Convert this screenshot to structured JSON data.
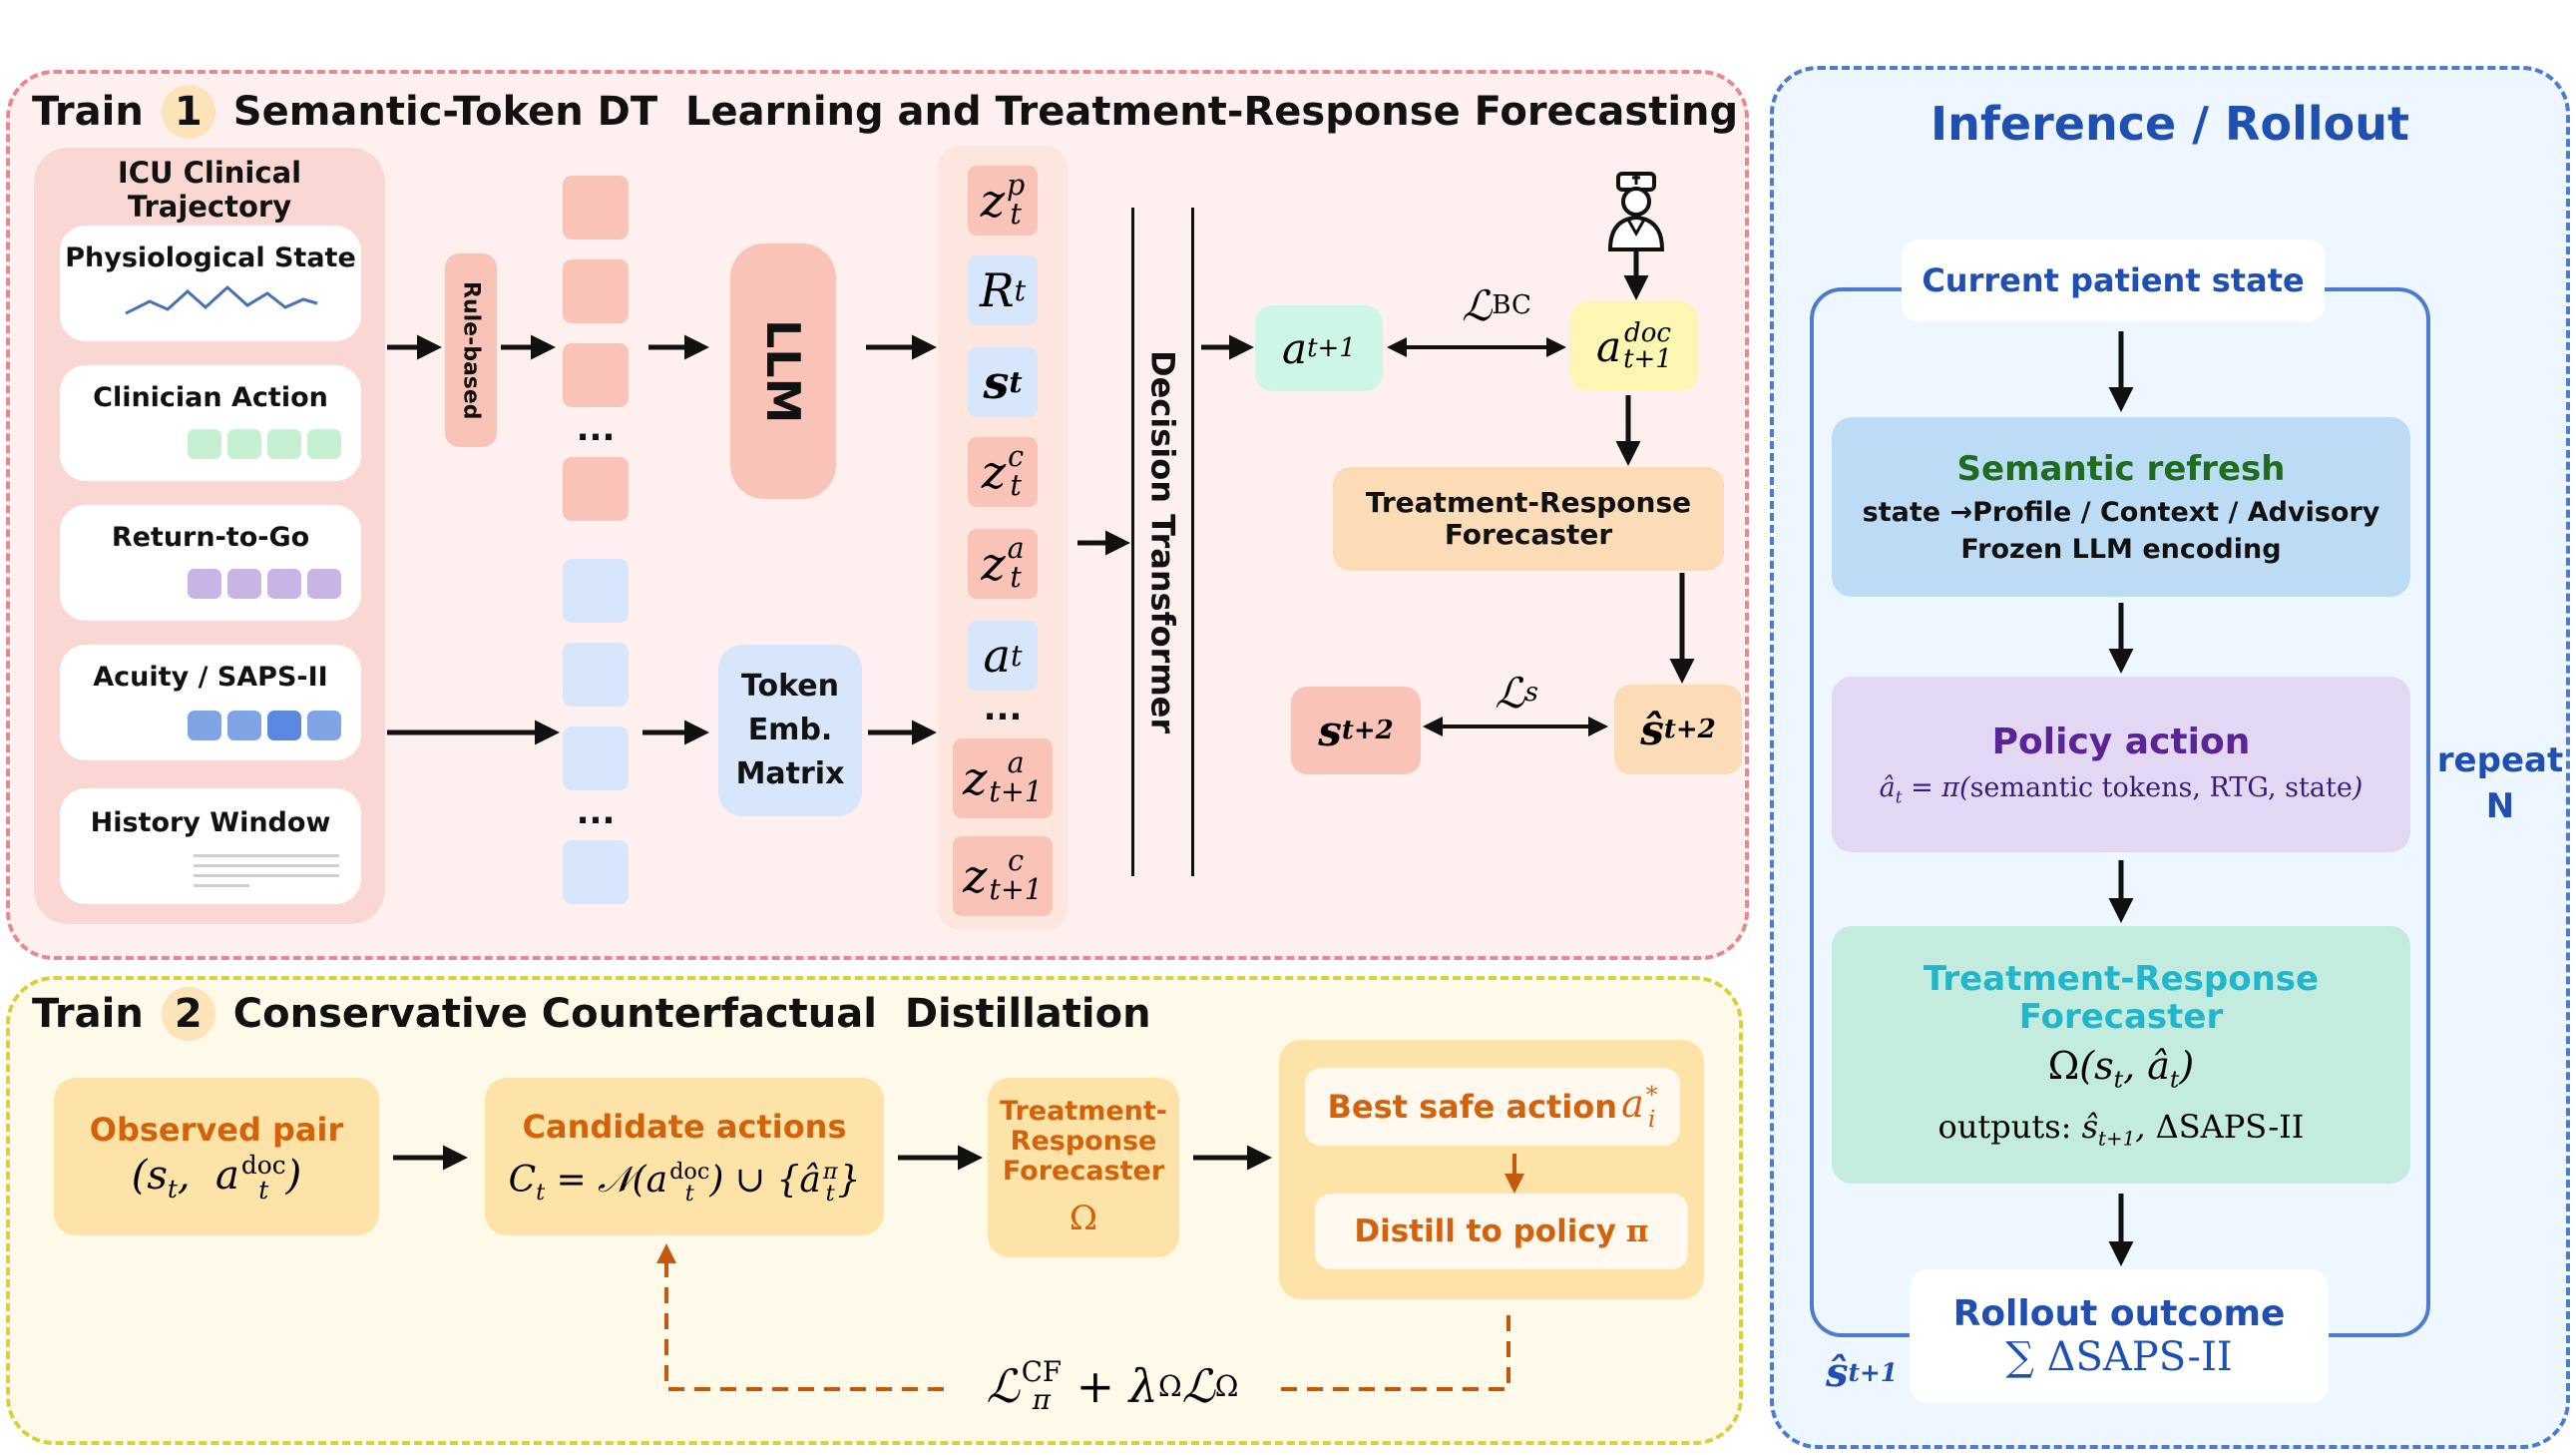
{
  "train1": {
    "title_prefix": "Train",
    "step": "1",
    "title_rest": "Semantic-Token DT  Learning and Treatment-Response Forecasting",
    "trajectory_title": "ICU Clinical Trajectory",
    "cards": [
      "Physiological State",
      "Clinician Action",
      "Return-to-Go",
      "Acuity / SAPS-II",
      "History Window"
    ],
    "rule_based": "Rule-based",
    "ellipsis": "...",
    "llm": "LLM",
    "token_emb": [
      "Token",
      "Emb.",
      "Matrix"
    ],
    "decision_transformer": "Decision Transformer",
    "forecaster": [
      "Treatment-Response",
      "Forecaster"
    ]
  },
  "train2": {
    "title_prefix": "Train",
    "step": "2",
    "title_rest": "Conservative Counterfactual  Distillation",
    "observed_pair": "Observed pair",
    "candidate_actions": "Candidate actions",
    "forecaster": [
      "Treatment-",
      "Response",
      "Forecaster"
    ],
    "omega": "Ω",
    "best_safe_action": "Best safe action",
    "distill": "Distill to policy",
    "pi": "π"
  },
  "inference": {
    "title": "Inference / Rollout",
    "current_state": "Current patient state",
    "semantic_refresh": "Semantic refresh",
    "refresh_line1": "state →Profile / Context / Advisory",
    "refresh_line2": "Frozen LLM encoding",
    "policy_action": "Policy action",
    "forecaster": [
      "Treatment-Response",
      "Forecaster"
    ],
    "outputs_label": "outputs:",
    "saps_delta": "ΔSAPS-II",
    "rollout_outcome": "Rollout outcome",
    "sum_saps": "∑ ΔSAPS-II",
    "repeat": "repeat",
    "n": "N"
  },
  "colors": {
    "train1_border": "#e58a92",
    "train2_border": "#d9cf3f",
    "inference_border": "#4f7bcf",
    "inference_title": "#1f4fb0",
    "orange_text": "#d4620a",
    "cyan_text": "#21b6cc",
    "green_text": "#1f6b1f",
    "purple_text": "#5a2496"
  }
}
